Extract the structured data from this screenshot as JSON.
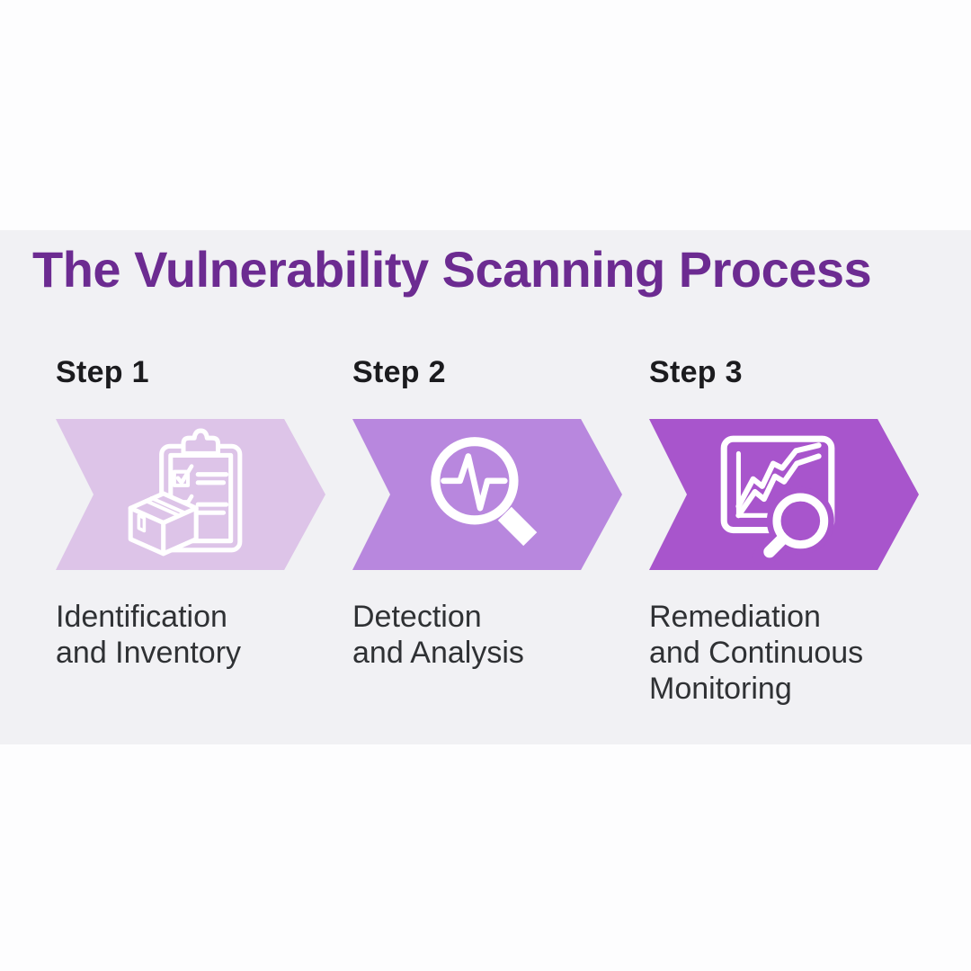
{
  "page": {
    "background": "#fdfdfe",
    "band_color": "#f1f1f4"
  },
  "title": {
    "text": "The Vulnerability Scanning Process",
    "color": "#6c2b91"
  },
  "text_colors": {
    "step_label": "#1b1b1e",
    "description": "#2f3134"
  },
  "steps": [
    {
      "label": "Step 1",
      "arrow_color": "#ddc4e8",
      "icon": "clipboard-checklist-and-box-icon",
      "description": "Identification and Inventory",
      "description_lines": [
        "Identification",
        "and Inventory"
      ]
    },
    {
      "label": "Step 2",
      "arrow_color": "#b887de",
      "icon": "magnifier-pulse-icon",
      "description": "Detection and Analysis",
      "description_lines": [
        "Detection",
        "and Analysis"
      ]
    },
    {
      "label": "Step 3",
      "arrow_color": "#a855cc",
      "icon": "chart-magnifier-icon",
      "description": "Remediation and Continuous Monitoring",
      "description_lines": [
        "Remediation",
        "and Continuous",
        "Monitoring"
      ]
    }
  ]
}
